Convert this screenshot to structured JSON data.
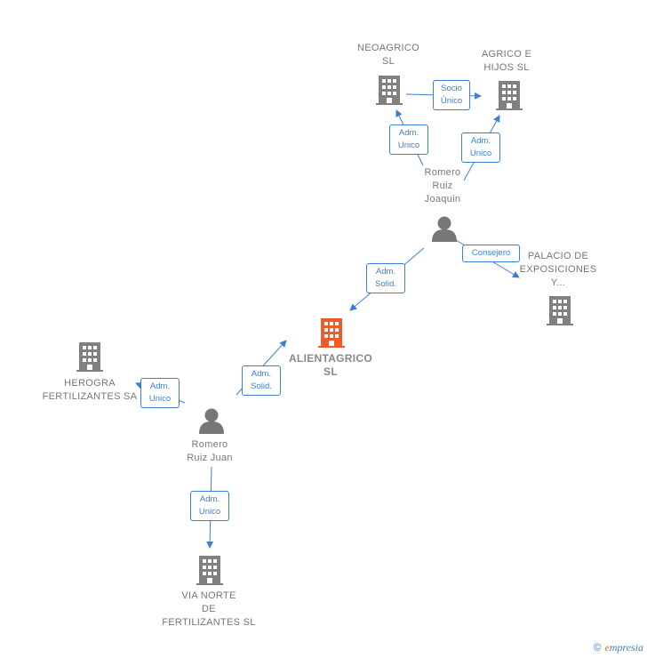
{
  "nodes": {
    "neoagrico": {
      "lines": [
        "NEOAGRICO",
        "SL"
      ],
      "type": "company"
    },
    "agrico_e_hijos": {
      "lines": [
        "AGRICO E",
        "HIJOS  SL"
      ],
      "type": "company"
    },
    "romero_ruiz_joaquin": {
      "lines": [
        "Romero",
        "Ruiz",
        "Joaquin"
      ],
      "type": "person"
    },
    "palacio": {
      "lines": [
        "PALACIO DE",
        "EXPOSICIONES",
        "Y..."
      ],
      "type": "company"
    },
    "alientagrico": {
      "lines": [
        "ALIENTAGRICO",
        "SL"
      ],
      "type": "company",
      "highlight": true
    },
    "herogra": {
      "lines": [
        "HEROGRA",
        "FERTILIZANTES SA"
      ],
      "type": "company"
    },
    "romero_ruiz_juan": {
      "lines": [
        "Romero",
        "Ruiz Juan"
      ],
      "type": "person"
    },
    "via_norte": {
      "lines": [
        "VIA NORTE",
        "DE",
        "FERTILIZANTES SL"
      ],
      "type": "company"
    }
  },
  "edges": {
    "socio_unico": {
      "lines": [
        "Socio",
        "Único"
      ]
    },
    "adm_unico_neo": {
      "lines": [
        "Adm.",
        "Unico"
      ]
    },
    "adm_unico_agrico": {
      "lines": [
        "Adm.",
        "Unico"
      ]
    },
    "consejero": {
      "lines": [
        "Consejero"
      ]
    },
    "adm_solid_joaquin": {
      "lines": [
        "Adm.",
        "Solid."
      ]
    },
    "adm_solid_juan": {
      "lines": [
        "Adm.",
        "Solid."
      ]
    },
    "adm_unico_herogra": {
      "lines": [
        "Adm.",
        "Unico"
      ]
    },
    "adm_unico_via": {
      "lines": [
        "Adm.",
        "Unico"
      ]
    }
  },
  "colors": {
    "company": "#808080",
    "highlight": "#f05a28",
    "person": "#777777",
    "edge": "#3b7fd4"
  },
  "footer": {
    "copyright": "©",
    "brand_initial": "e",
    "brand_rest": "mpresia"
  }
}
